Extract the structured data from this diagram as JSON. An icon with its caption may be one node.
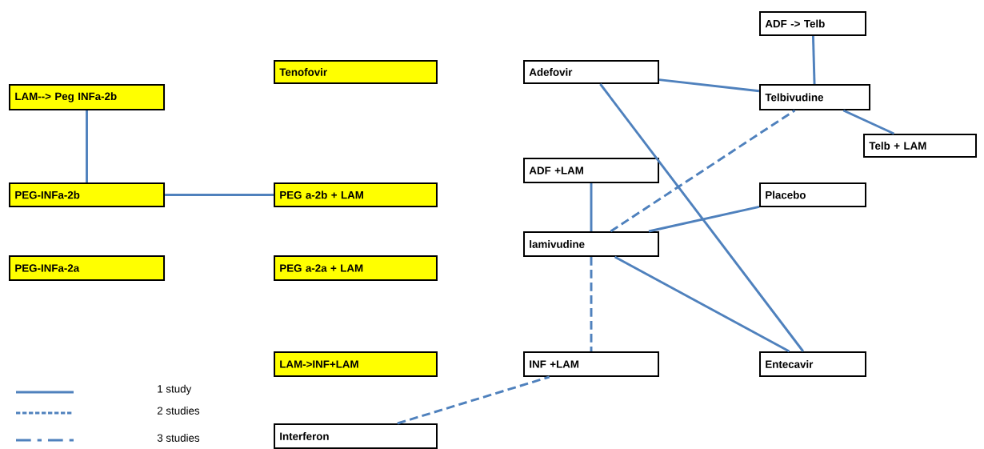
{
  "diagram": {
    "nodes": [
      {
        "text": [
          "ADF -> Telb"
        ]
      },
      {
        "text": [
          "Tenofovir"
        ]
      },
      {
        "text": [
          "Adefovir"
        ]
      },
      {
        "text": [
          "LAM--> Peg INFa-2b"
        ]
      },
      {
        "text": [
          "Telbivudine"
        ]
      },
      {
        "text": [
          "Telb + LAM"
        ]
      },
      {
        "text": [
          "ADF +LAM"
        ]
      },
      {
        "text": [
          "PEG-INFa-2b"
        ]
      },
      {
        "text": [
          "PEG a-2b + LAM"
        ]
      },
      {
        "text": [
          "Placebo"
        ]
      },
      {
        "text": [
          "lamivudine"
        ]
      },
      {
        "text": [
          "PEG-INFa-2a"
        ]
      },
      {
        "text": [
          "PEG a-2a + LAM"
        ]
      },
      {
        "text": [
          "LAM->INF+LAM"
        ]
      },
      {
        "text": [
          "INF  +LAM"
        ]
      },
      {
        "text": [
          "Entecavir"
        ]
      },
      {
        "text": [
          "Interferon"
        ]
      }
    ],
    "edges": [
      {
        "from": 3,
        "to": 7,
        "arrow": "none"
      },
      {
        "from": 7,
        "to": 8,
        "arrow": "none"
      },
      {
        "from": 0,
        "to": 4,
        "arrow": "none"
      },
      {
        "from": 2,
        "to": 4,
        "arrow": "none"
      },
      {
        "from": 4,
        "to": 5,
        "arrow": "none"
      },
      {
        "from": 2,
        "to": 15,
        "arrow": "none"
      },
      {
        "from": 10,
        "to": 4,
        "arrow": "none",
        "style": "dashed"
      },
      {
        "from": 6,
        "to": 10,
        "arrow": "none"
      },
      {
        "from": 10,
        "to": 9,
        "arrow": "none"
      },
      {
        "from": 10,
        "to": 15,
        "arrow": "none"
      },
      {
        "from": 10,
        "to": 14,
        "arrow": "none",
        "style": "dashed"
      },
      {
        "from": 16,
        "to": 14,
        "arrow": "none",
        "style": "dashed"
      }
    ],
    "legend": [
      {
        "text": "1 study"
      },
      {
        "text": "2 studies"
      },
      {
        "text": "3 studies"
      }
    ]
  }
}
